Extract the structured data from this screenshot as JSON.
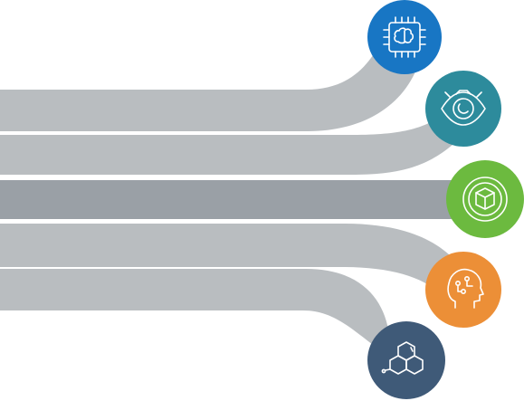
{
  "colors": {
    "band": "#b9bdc0",
    "band_highlight": "#9aa0a6",
    "icon_stroke": "#ffffff",
    "background": "#ffffff"
  },
  "items": [
    {
      "id": "ai-chip",
      "icon": "chip-brain-icon",
      "color": "#1876c4",
      "highlighted": false
    },
    {
      "id": "vision",
      "icon": "eye-icon",
      "color": "#2d8b9c",
      "highlighted": false
    },
    {
      "id": "ar-cube",
      "icon": "cube-orbit-icon",
      "color": "#6cba3f",
      "highlighted": true
    },
    {
      "id": "ai-head",
      "icon": "circuit-head-icon",
      "color": "#ec8f37",
      "highlighted": false
    },
    {
      "id": "molecule",
      "icon": "hexagon-molecule-icon",
      "color": "#3f5a78",
      "highlighted": false
    }
  ]
}
